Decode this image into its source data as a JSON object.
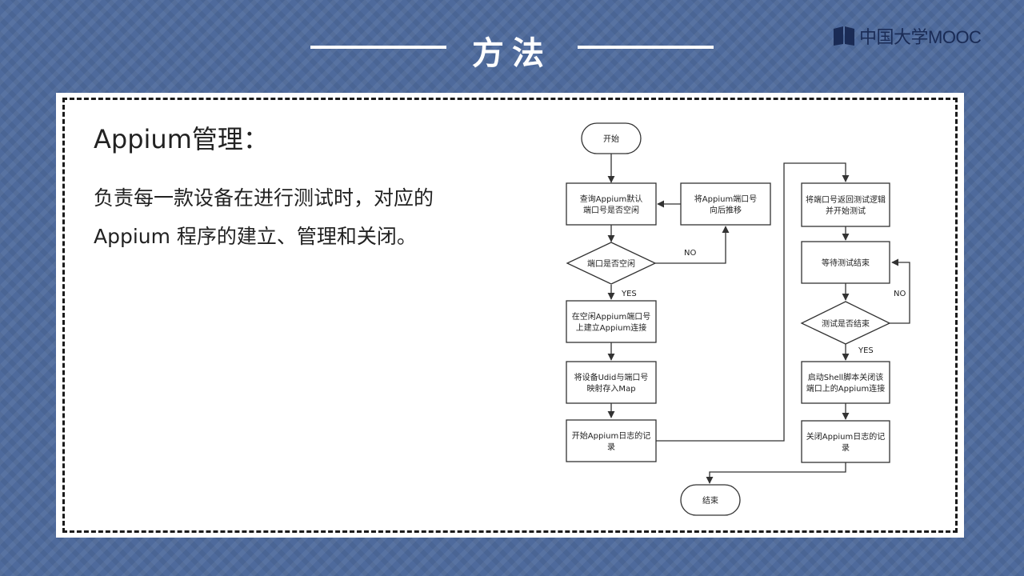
{
  "header": {
    "title": "方法",
    "logo_text": "中国大学MOOC",
    "logo_icon": "book-icon"
  },
  "content": {
    "heading": "Appium管理：",
    "body_lines": [
      "负责每一款设备在进行测试时，对应的",
      "Appium 程序的建立、管理和关闭。"
    ]
  },
  "flowchart": {
    "nodes": {
      "start": {
        "label": [
          "开始"
        ]
      },
      "query": {
        "label": [
          "查询Appium默认",
          "端口号是否空闲"
        ]
      },
      "shift": {
        "label": [
          "将Appium端口号",
          "向后推移"
        ]
      },
      "idle_check": {
        "label": [
          "端口是否空闲"
        ]
      },
      "connect": {
        "label": [
          "在空闲Appium端口号",
          "上建立Appium连接"
        ]
      },
      "map": {
        "label": [
          "将设备Udid与端口号",
          "映射存入Map"
        ]
      },
      "log_start": {
        "label": [
          "开始Appium日志的记",
          "录"
        ]
      },
      "return_port": {
        "label": [
          "将端口号返回测试逻辑",
          "并开始测试"
        ]
      },
      "wait": {
        "label": [
          "等待测试结束"
        ]
      },
      "test_check": {
        "label": [
          "测试是否结束"
        ]
      },
      "shell": {
        "label": [
          "启动Shell脚本关闭该",
          "端口上的Appium连接"
        ]
      },
      "log_stop": {
        "label": [
          "关闭Appium日志的记",
          "录"
        ]
      },
      "end": {
        "label": [
          "结束"
        ]
      }
    },
    "edge_labels": {
      "idle_no": "NO",
      "idle_yes": "YES",
      "test_no": "NO",
      "test_yes": "YES"
    }
  },
  "colors": {
    "background": "#4e6a9c",
    "panel": "#ffffff",
    "stroke": "#333333"
  }
}
